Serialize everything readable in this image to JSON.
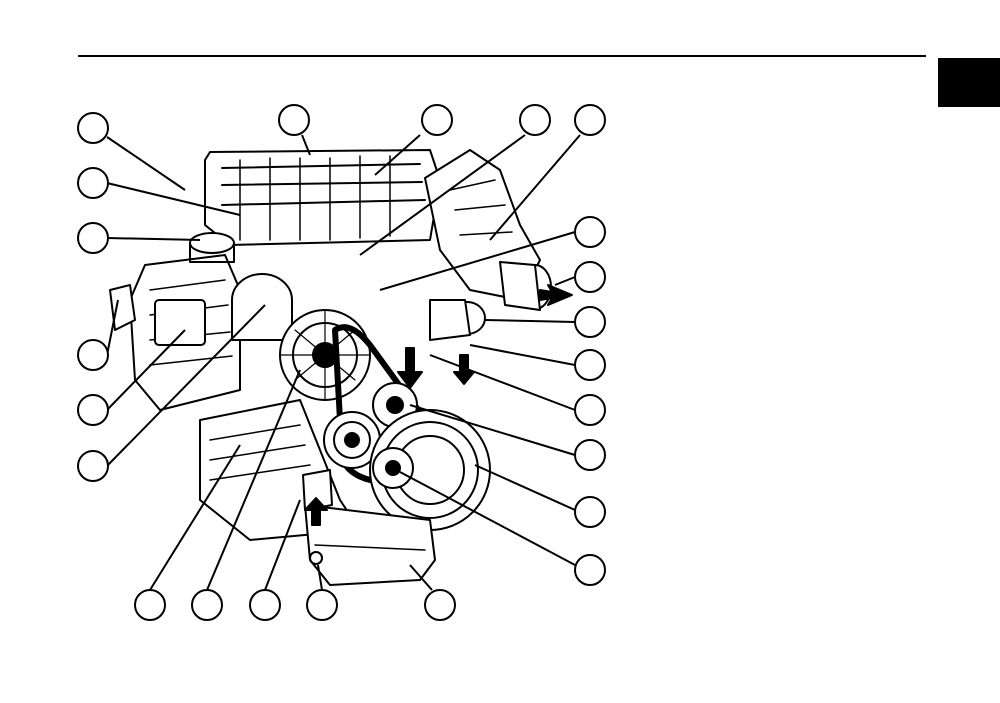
{
  "page": {
    "section_tab_text": "",
    "figure": {
      "description_icon": "engine-exploded-illustration-icon",
      "callouts": [
        {
          "id": 1,
          "label": ""
        },
        {
          "id": 2,
          "label": ""
        },
        {
          "id": 3,
          "label": ""
        },
        {
          "id": 4,
          "label": ""
        },
        {
          "id": 5,
          "label": ""
        },
        {
          "id": 6,
          "label": ""
        },
        {
          "id": 7,
          "label": ""
        },
        {
          "id": 8,
          "label": ""
        },
        {
          "id": 9,
          "label": ""
        },
        {
          "id": 10,
          "label": ""
        },
        {
          "id": 11,
          "label": ""
        },
        {
          "id": 12,
          "label": ""
        },
        {
          "id": 13,
          "label": ""
        },
        {
          "id": 14,
          "label": ""
        },
        {
          "id": 15,
          "label": ""
        },
        {
          "id": 16,
          "label": ""
        },
        {
          "id": 17,
          "label": ""
        },
        {
          "id": 18,
          "label": ""
        },
        {
          "id": 19,
          "label": ""
        },
        {
          "id": 20,
          "label": ""
        },
        {
          "id": 21,
          "label": ""
        },
        {
          "id": 22,
          "label": ""
        },
        {
          "id": 23,
          "label": ""
        }
      ]
    }
  }
}
